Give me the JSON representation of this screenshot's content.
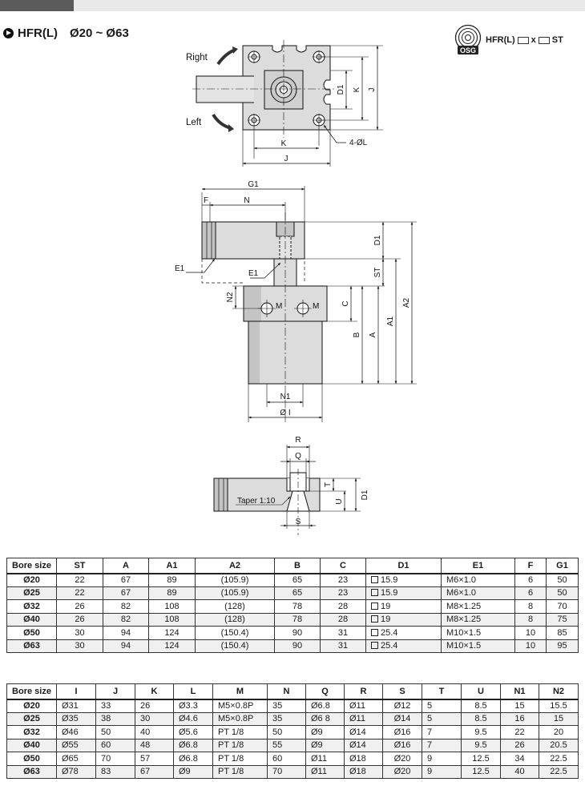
{
  "title": {
    "model": "HFR(L)",
    "range": "Ø20 ~ Ø63"
  },
  "order_code": {
    "logo_text": "OSG",
    "prefix": "HFR(L)",
    "separator": "x",
    "suffix": "ST"
  },
  "drawing": {
    "top_view": {
      "right": "Right",
      "left": "Left",
      "k": "K",
      "j": "J",
      "d1": "D1",
      "holes": "4-ØL"
    },
    "side_view": {
      "g1": "G1",
      "f": "F",
      "n": "N",
      "e1_left": "E1",
      "e1_inner": "E1",
      "d1": "D1",
      "st": "ST",
      "c": "C",
      "n2": "N2",
      "m_left": "M",
      "m_right": "M",
      "b": "B",
      "a": "A",
      "a1": "A1",
      "a2": "A2",
      "n1": "N1",
      "bore": "Ø I"
    },
    "detail_view": {
      "r": "R",
      "q": "Q",
      "t": "T",
      "u": "U",
      "d1": "D1",
      "taper": "Taper 1:10",
      "s": "S"
    }
  },
  "table1": {
    "headers": [
      "Bore size",
      "ST",
      "A",
      "A1",
      "A2",
      "B",
      "C",
      "D1",
      "E1",
      "F",
      "G1"
    ],
    "rows": [
      [
        "Ø20",
        "22",
        "67",
        "89",
        "(105.9)",
        "65",
        "23",
        "15.9",
        "M6×1.0",
        "6",
        "50"
      ],
      [
        "Ø25",
        "22",
        "67",
        "89",
        "(105.9)",
        "65",
        "23",
        "15.9",
        "M6×1.0",
        "6",
        "50"
      ],
      [
        "Ø32",
        "26",
        "82",
        "108",
        "(128)",
        "78",
        "28",
        "19",
        "M8×1.25",
        "8",
        "70"
      ],
      [
        "Ø40",
        "26",
        "82",
        "108",
        "(128)",
        "78",
        "28",
        "19",
        "M8×1.25",
        "8",
        "75"
      ],
      [
        "Ø50",
        "30",
        "94",
        "124",
        "(150.4)",
        "90",
        "31",
        "25.4",
        "M10×1.5",
        "10",
        "85"
      ],
      [
        "Ø63",
        "30",
        "94",
        "124",
        "(150.4)",
        "90",
        "31",
        "25.4",
        "M10×1.5",
        "10",
        "95"
      ]
    ]
  },
  "table2": {
    "headers": [
      "Bore size",
      "I",
      "J",
      "K",
      "L",
      "M",
      "N",
      "Q",
      "R",
      "S",
      "T",
      "U",
      "N1",
      "N2"
    ],
    "rows": [
      [
        "Ø20",
        "Ø31",
        "33",
        "26",
        "Ø3.3",
        "M5×0.8P",
        "35",
        "Ø6.8",
        "Ø11",
        "Ø12",
        "5",
        "8.5",
        "15",
        "15.5"
      ],
      [
        "Ø25",
        "Ø35",
        "38",
        "30",
        "Ø4.6",
        "M5×0.8P",
        "35",
        "Ø6 8",
        "Ø11",
        "Ø14",
        "5",
        "8.5",
        "16",
        "15"
      ],
      [
        "Ø32",
        "Ø46",
        "50",
        "40",
        "Ø5.6",
        "PT 1/8",
        "50",
        "Ø9",
        "Ø14",
        "Ø16",
        "7",
        "9.5",
        "22",
        "20"
      ],
      [
        "Ø40",
        "Ø55",
        "60",
        "48",
        "Ø6.8",
        "PT 1/8",
        "55",
        "Ø9",
        "Ø14",
        "Ø16",
        "7",
        "9.5",
        "26",
        "20.5"
      ],
      [
        "Ø50",
        "Ø65",
        "70",
        "57",
        "Ø6.8",
        "PT 1/8",
        "60",
        "Ø11",
        "Ø18",
        "Ø20",
        "9",
        "12.5",
        "34",
        "22.5"
      ],
      [
        "Ø63",
        "Ø78",
        "83",
        "67",
        "Ø9",
        "PT 1/8",
        "70",
        "Ø11",
        "Ø18",
        "Ø20",
        "9",
        "12.5",
        "40",
        "22.5"
      ]
    ]
  },
  "colors": {
    "part_fill": "#dcdcdc",
    "part_fill_dark": "#c4c4c4",
    "line": "#111111",
    "header_bar": "#e9e9e9"
  }
}
